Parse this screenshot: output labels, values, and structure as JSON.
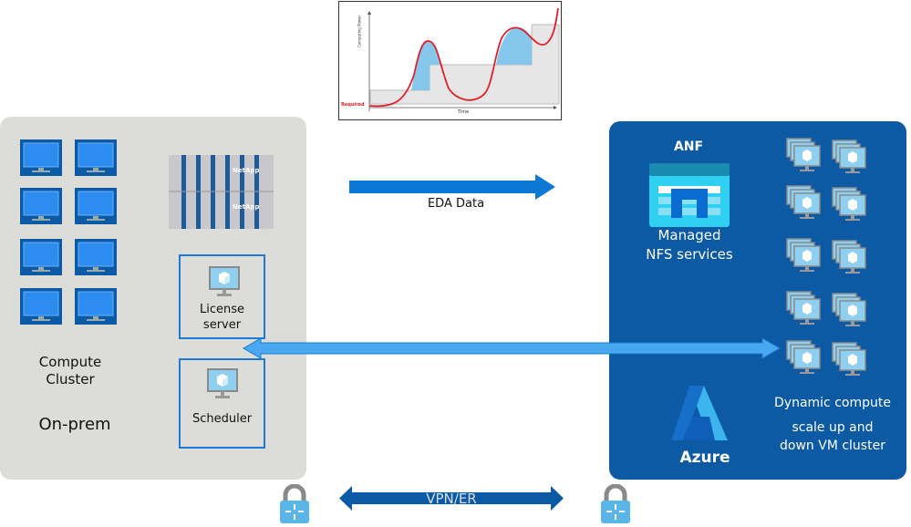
{
  "chart": {
    "y_label": "Computing Power",
    "x_label": "Time",
    "required_label": "Required",
    "colors": {
      "demand_curve": "#e0202a",
      "capacity_fill": "#e6e6e6",
      "shortfall_fill": "#86c8ec"
    }
  },
  "onprem": {
    "cluster_label": "Compute\nCluster",
    "location_label": "On-prem",
    "storage_brand": "NetApp",
    "license_server_label": "License\nserver",
    "scheduler_label": "Scheduler",
    "color": "#dcdcd9"
  },
  "links": {
    "eda_label": "EDA Data",
    "vpn_label": "VPN/ER",
    "colors": {
      "eda": "#0a78d4",
      "bidirectional": "#4aa8f0",
      "vpn": "#0b5aa5"
    }
  },
  "azure": {
    "anf_label": "ANF",
    "nfs_label": "Managed\nNFS services",
    "platform_label": "Azure",
    "dynamic_label": "Dynamic compute",
    "scale_label": "scale up and\ndown VM cluster",
    "color": "#0b5aa3"
  }
}
